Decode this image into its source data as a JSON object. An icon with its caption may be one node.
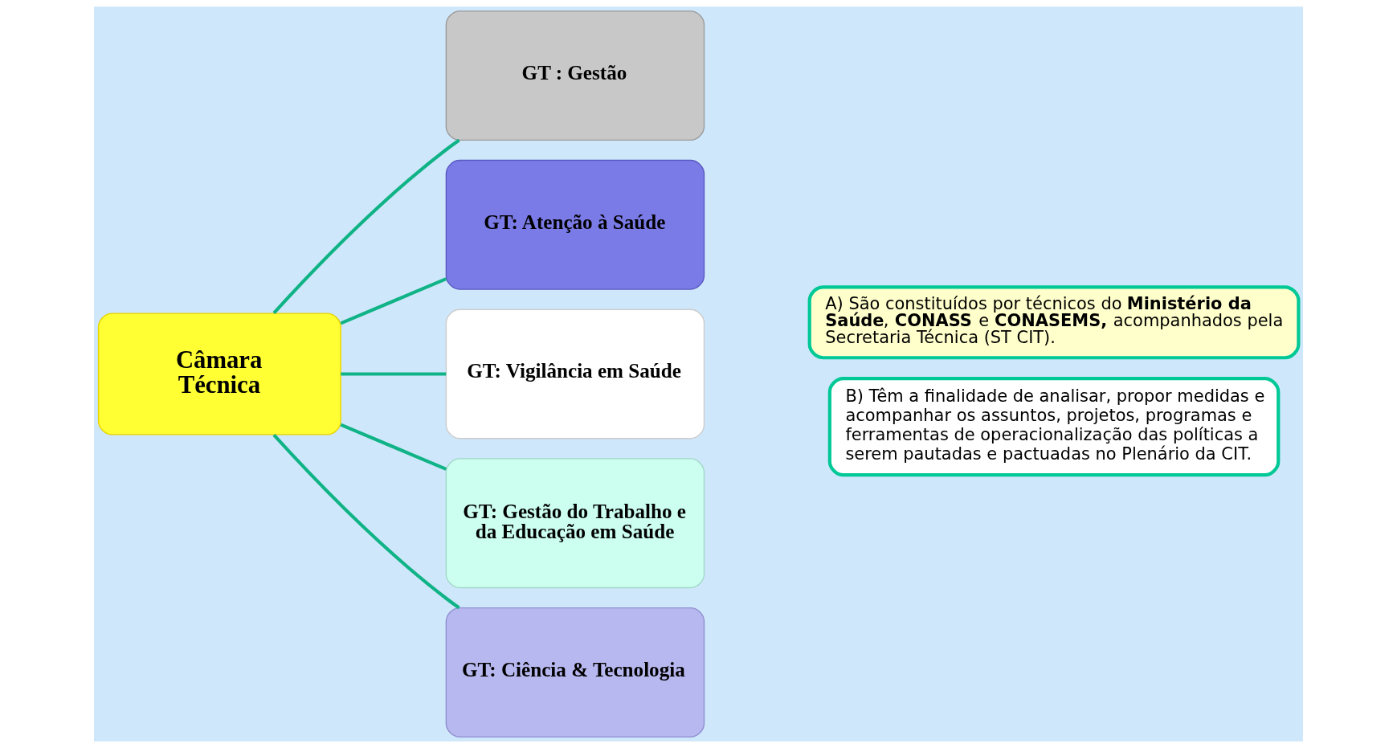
{
  "diagram": {
    "nodes": [
      {
        "text": [
          "Câmara Técnica"
        ]
      },
      {
        "text": [
          "GT : Gestão"
        ]
      },
      {
        "text": [
          "GT: Atenção à Saúde"
        ]
      },
      {
        "text": [
          "GT: Vigilância em Saúde"
        ]
      },
      {
        "text": [
          "GT: Gestão do Trabalho e da Educação em Saúde"
        ]
      },
      {
        "text": [
          "GT: Ciência & Tecnologia"
        ]
      },
      {
        "text": [
          "A) São constituídos por técnicos do **Ministério da Saúde**, **CONASS** e **CONASEMS,** acompanhados pela Secretaria Técnica (ST CIT)."
        ]
      },
      {
        "text": [
          "B) Têm a finalidade de analisar, propor medidas e acompanhar os assuntos, projetos, programas e ferramentas de operacionalização das políticas a serem pautadas e pactuadas no Plenário da CIT."
        ]
      }
    ],
    "edges": [
      {
        "from": 0,
        "to": 1,
        "arrow": "none"
      },
      {
        "from": 0,
        "to": 2,
        "arrow": "none"
      },
      {
        "from": 0,
        "to": 3,
        "arrow": "none"
      },
      {
        "from": 0,
        "to": 4,
        "arrow": "none"
      },
      {
        "from": 0,
        "to": 5,
        "arrow": "none"
      }
    ]
  }
}
